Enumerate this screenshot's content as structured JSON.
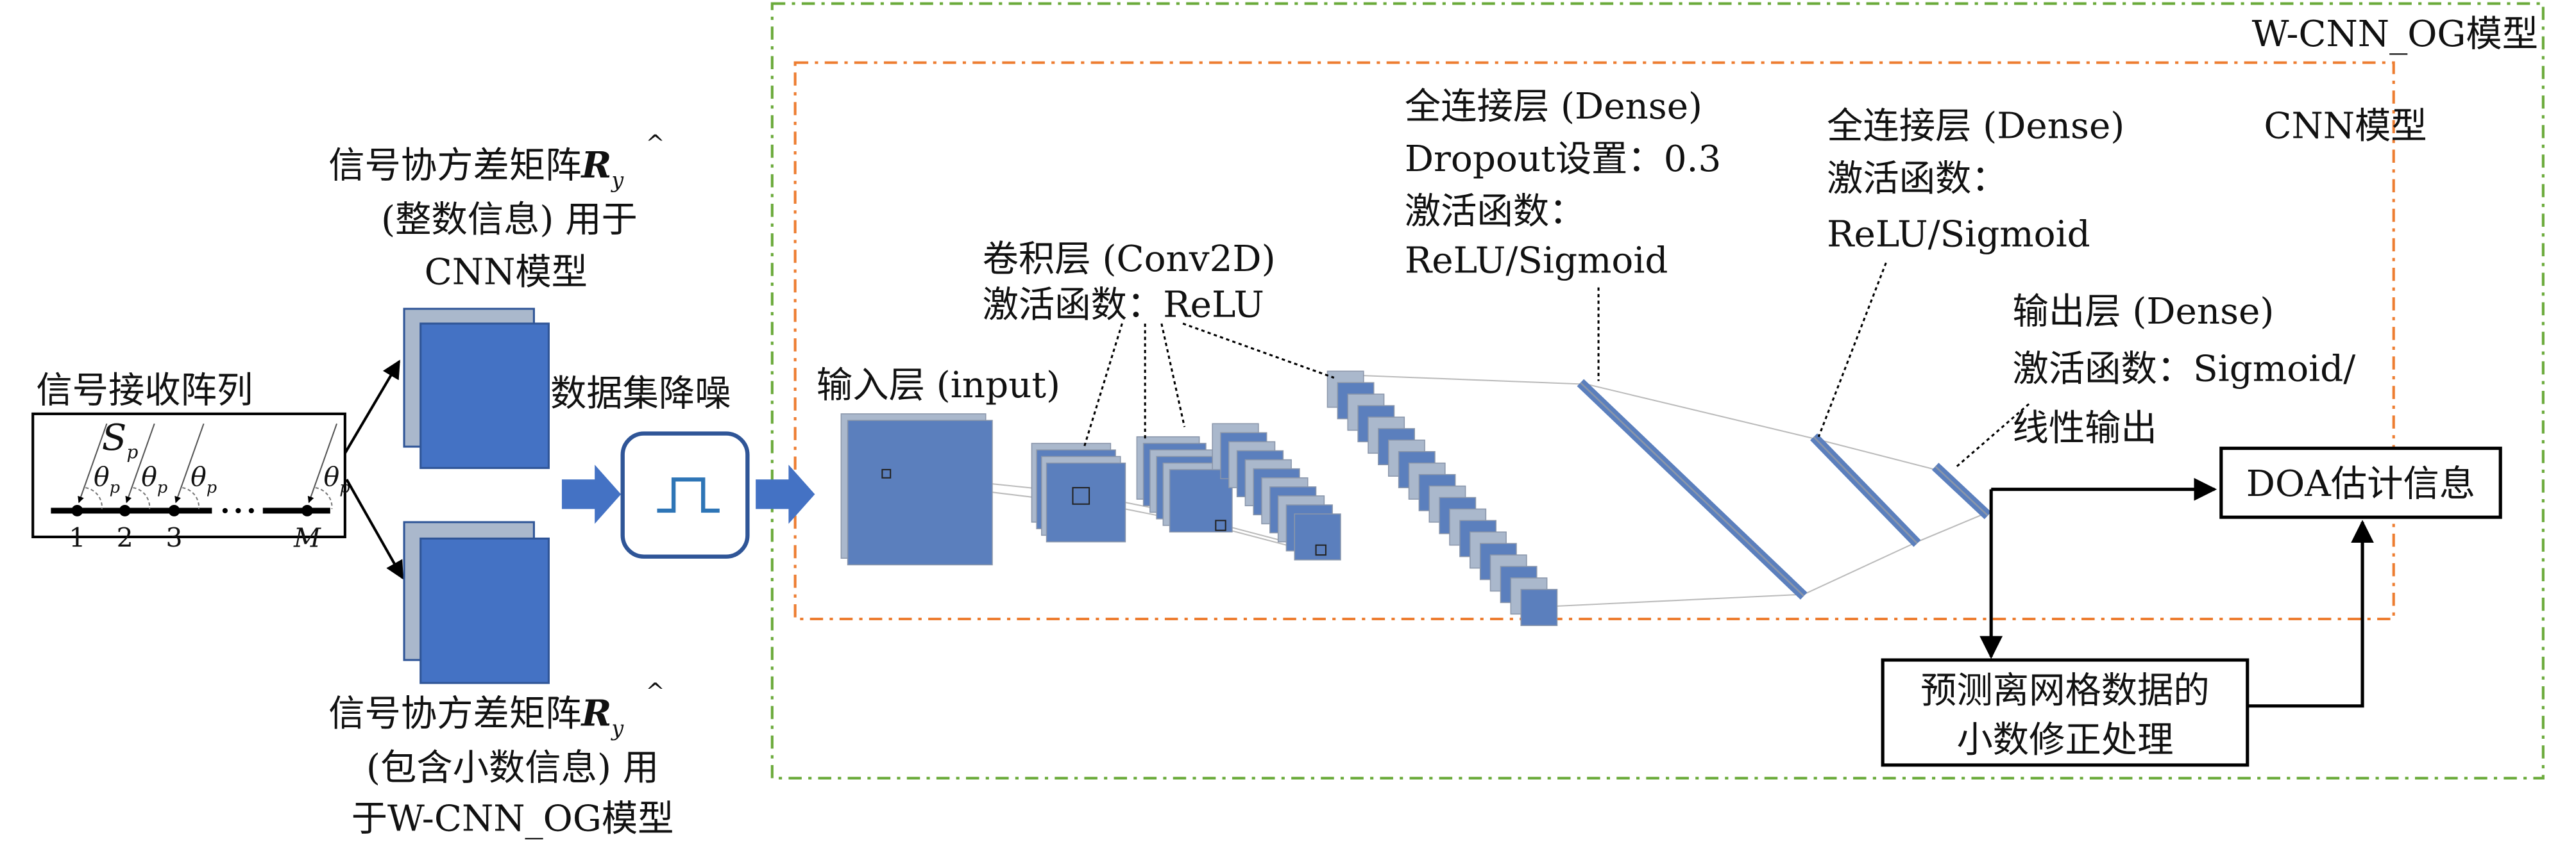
{
  "outer_box": {
    "title": "W-CNN_OG模型",
    "color": "#6aaa3a"
  },
  "cnn_box": {
    "title": "CNN模型",
    "color": "#ed7d31"
  },
  "array": {
    "title": "信号接收阵列",
    "source": "S",
    "source_sub": "p",
    "angle": "θ",
    "angle_sub": "p",
    "sensors": [
      "1",
      "2",
      "3",
      "M"
    ]
  },
  "matrix_top": {
    "line1_prefix": "信号协方差矩阵",
    "symbol": "R",
    "symbol_sub": "y",
    "line2": "(整数信息) 用于",
    "line3": "CNN模型"
  },
  "matrix_bottom": {
    "line1_prefix": "信号协方差矩阵",
    "symbol": "R",
    "symbol_sub": "y",
    "line2": "(包含小数信息) 用",
    "line3": "于W-CNN_OG模型"
  },
  "denoise": {
    "label": "数据集降噪"
  },
  "layers": {
    "input": "输入层 (input)",
    "conv": [
      "卷积层 (Conv2D)",
      "激活函数：ReLU"
    ],
    "dense1": [
      "全连接层 (Dense)",
      "Dropout设置：0.3",
      "激活函数：",
      "ReLU/Sigmoid"
    ],
    "dense2": [
      "全连接层 (Dense)",
      "激活函数：",
      "ReLU/Sigmoid"
    ],
    "output": [
      "输出层 (Dense)",
      "激活函数：Sigmoid/",
      "线性输出"
    ]
  },
  "doa_box": {
    "label": "DOA估计信息"
  },
  "correction_box": {
    "line1": "预测离网格数据的",
    "line2": "小数修正处理"
  },
  "colors": {
    "blue": "#4472c4",
    "layer_blue": "#5b7fbd",
    "grey": "#aab8cc",
    "dark_blue": "#2f5597"
  }
}
